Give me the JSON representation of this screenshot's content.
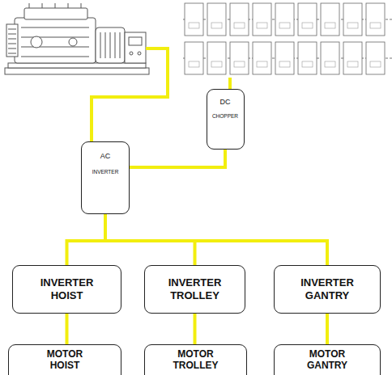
{
  "diagram": {
    "nodes": [
      {
        "text": [
          "DC",
          "CHOPPER"
        ]
      },
      {
        "text": [
          "AC",
          "INVERTER"
        ]
      },
      {
        "text": [
          "INVERTER HOIST"
        ]
      },
      {
        "text": [
          "INVERTER TROLLEY"
        ]
      },
      {
        "text": [
          "INVERTER GANTRY"
        ]
      },
      {
        "text": [
          "MOTOR HOIST"
        ]
      },
      {
        "text": [
          "MOTOR TROLLEY"
        ]
      },
      {
        "text": [
          "MOTOR GANTRY"
        ]
      }
    ],
    "edges": [
      {
        "from": 0,
        "to": 1,
        "arrow": "none"
      },
      {
        "from": 1,
        "to": 2,
        "arrow": "none"
      },
      {
        "from": 1,
        "to": 3,
        "arrow": "none"
      },
      {
        "from": 1,
        "to": 4,
        "arrow": "none"
      },
      {
        "from": 2,
        "to": 5,
        "arrow": "none"
      },
      {
        "from": 3,
        "to": 6,
        "arrow": "none"
      },
      {
        "from": 4,
        "to": 7,
        "arrow": "none"
      }
    ]
  }
}
